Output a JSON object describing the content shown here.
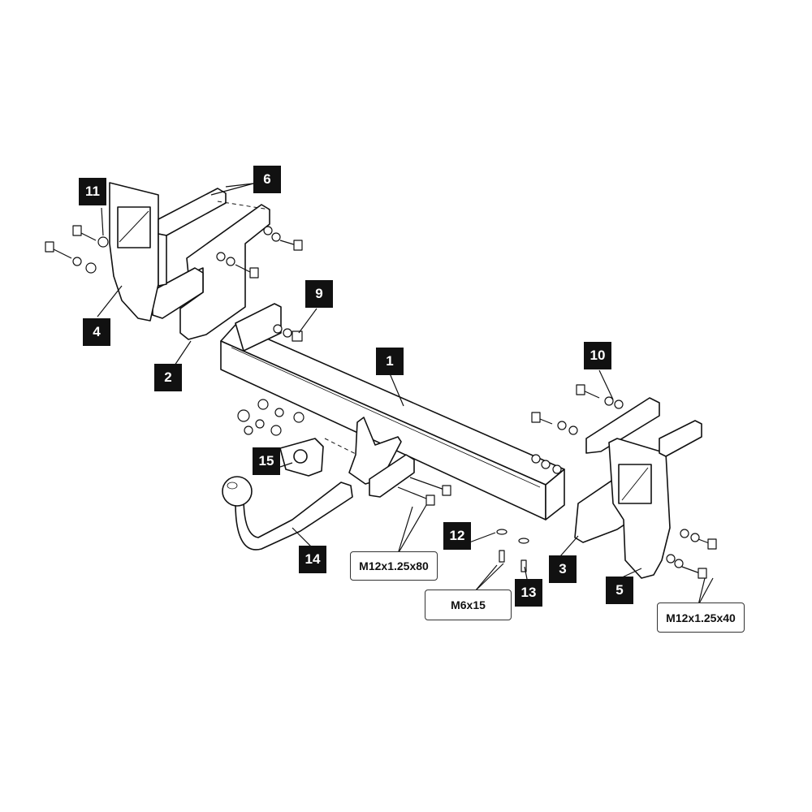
{
  "colors": {
    "ink": "#111111",
    "paper": "#ffffff",
    "label_bg": "#111111",
    "label_text": "#ffffff"
  },
  "parts": {
    "p1": "1",
    "p2": "2",
    "p3": "3",
    "p4": "4",
    "p5": "5",
    "p6": "6",
    "p9": "9",
    "p10": "10",
    "p11": "11",
    "p12": "12",
    "p13": "13",
    "p14": "14",
    "p15": "15"
  },
  "specs": {
    "bolt_m12_80": "M12x1.25x80",
    "bolt_m6_15": "M6x15",
    "bolt_m12_40": "M12x1.25x40"
  }
}
